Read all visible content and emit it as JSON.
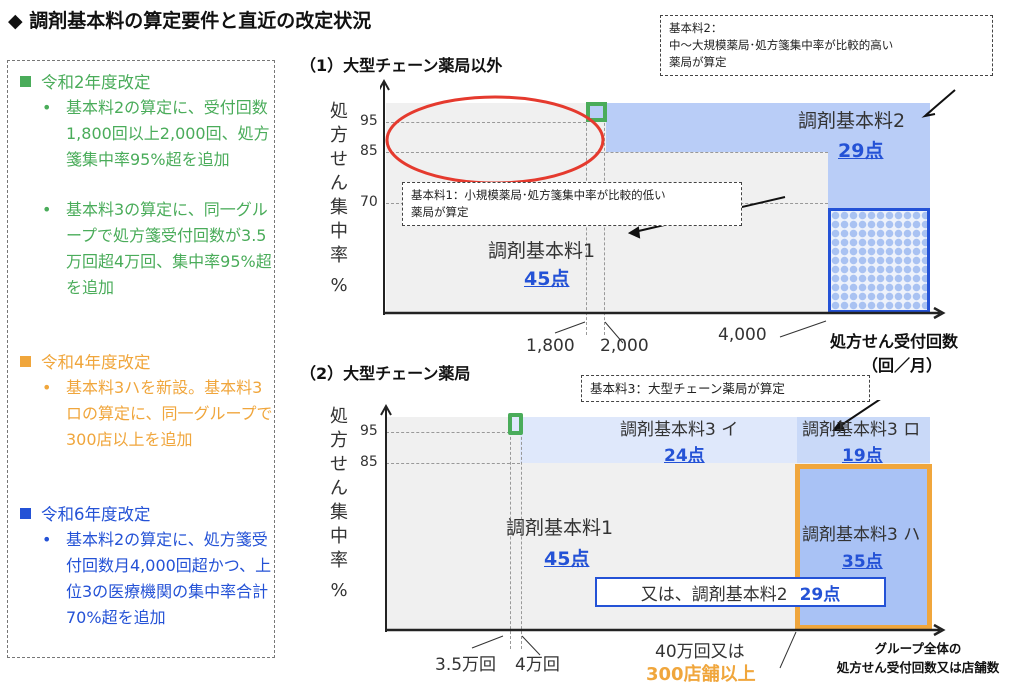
{
  "title": "◆ 調剤基本料の算定要件と直近の改定状況",
  "left": {
    "sections": [
      {
        "heading": "令和2年度改定",
        "color": "#4aac5a",
        "bullets": [
          "基本料2の算定に、受付回数1,800回以上2,000回、処方箋集中率95%超を追加",
          "基本料3の算定に、同一グループで処方箋受付回数が3.5万回超4万回、集中率95%超を追加"
        ]
      },
      {
        "heading": "令和4年度改定",
        "color": "#f0a63c",
        "bullets": [
          "基本料3ハを新設。基本料3ロの算定に、同一グループで300店以上を追加"
        ]
      },
      {
        "heading": "令和6年度改定",
        "color": "#2452d6",
        "bullets": [
          "基本料2の算定に、処方箋受付回数月4,000回超かつ、上位3の医療機関の集中率合計70%超を追加"
        ]
      }
    ],
    "bullet": "•"
  },
  "chart1": {
    "heading": "（1）大型チェーン薬局以外",
    "ylabel": [
      "処",
      "方",
      "せ",
      "ん",
      "集",
      "中",
      "率",
      "%"
    ],
    "yticks": [
      "95",
      "85",
      "70"
    ],
    "xticks": [
      "1,800",
      "2,000",
      "4,000"
    ],
    "xlabel": "処方せん受付回数",
    "xunit": "（回／月）",
    "note2": [
      "基本料2：",
      "中～大規模薬局･処方箋集中率が比較的高い",
      "薬局が算定"
    ],
    "note1": [
      "基本料1：小規模薬局･処方箋集中率が比較的低い",
      "薬局が算定"
    ],
    "fee2_label": "調剤基本料2",
    "fee2_points": "29点",
    "fee1_label": "調剤基本料1",
    "fee1_points": "45点"
  },
  "chart2": {
    "heading": "（2）大型チェーン薬局",
    "ylabel": [
      "処",
      "方",
      "せ",
      "ん",
      "集",
      "中",
      "率",
      "%"
    ],
    "yticks": [
      "95",
      "85"
    ],
    "xticks": [
      "3.5万回",
      "4万回"
    ],
    "xtick3_line1": "40万回又は",
    "xtick3_line2": "300店舗以上",
    "xlabel": [
      "グループ全体の",
      "処方せん受付回数又は店舗数"
    ],
    "note3": "基本料3：大型チェーン薬局が算定",
    "fee3i_label": "調剤基本料3 イ",
    "fee3i_points": "24点",
    "fee3ro_label": "調剤基本料3 ロ",
    "fee3ro_points": "19点",
    "fee1_label": "調剤基本料1",
    "fee1_points": "45点",
    "fee3ha_label": "調剤基本料3 ハ",
    "fee3ha_points": "35点",
    "alt_label": "又は、調剤基本料2",
    "alt_points": "29点"
  },
  "colors": {
    "green": "#4aac5a",
    "orange": "#f0a63c",
    "blue": "#2452d6",
    "lightblue": "#b9cdf7",
    "paleblue": "#dfe8fb",
    "red": "#e53a2e"
  }
}
